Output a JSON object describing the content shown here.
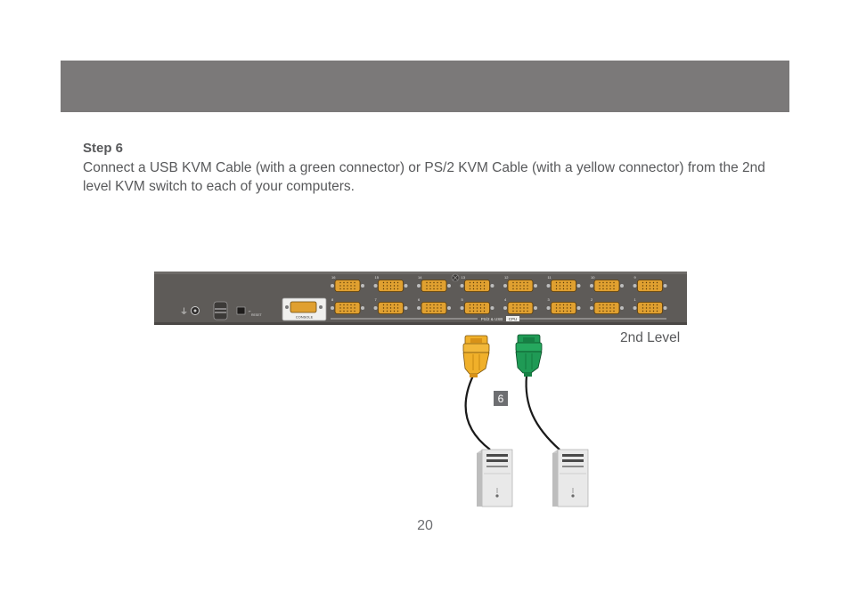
{
  "step": {
    "title": "Step 6",
    "body": "Connect a USB KVM Cable (with a green connector) or PS/2 KVM Cable (with a yellow connector) from the 2nd level KVM switch to each of your computers."
  },
  "diagram": {
    "level_label": "2nd Level",
    "step_marker": "6",
    "console_label": "CONSOLE",
    "port_group_label": "PS/2 & USB",
    "cpu_label": "CPU",
    "top_row_port_numbers": [
      "16",
      "15",
      "14",
      "13",
      "12",
      "11",
      "10",
      "9"
    ],
    "bottom_row_port_numbers": [
      "8",
      "7",
      "6",
      "5",
      "4",
      "3",
      "2",
      "1"
    ],
    "colors": {
      "header_band": "#7b7979",
      "switch_panel": "#5e5b58",
      "port": "#e0a030",
      "yellow_connector": "#f0b02a",
      "green_connector": "#1f9a55",
      "marker": "#6d6e71"
    }
  },
  "page": {
    "number": "20"
  }
}
